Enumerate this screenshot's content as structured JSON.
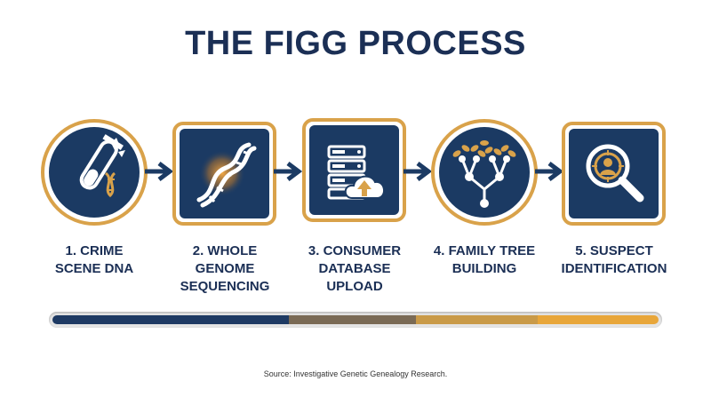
{
  "title": "THE FIGG PROCESS",
  "steps": [
    {
      "label": "1. CRIME\nSCENE DNA",
      "icon": "test-tube-dna-icon",
      "shape": "circle"
    },
    {
      "label": "2. WHOLE\nGENOME\nSEQUENCING",
      "icon": "dna-helix-icon",
      "shape": "square"
    },
    {
      "label": "3. CONSUMER\nDATABASE\nUPLOAD",
      "icon": "server-cloud-upload-icon",
      "shape": "square"
    },
    {
      "label": "4. FAMILY TREE\nBUILDING",
      "icon": "family-tree-icon",
      "shape": "circle"
    },
    {
      "label": "5. SUSPECT\nIDENTIFICATION",
      "icon": "magnifier-person-icon",
      "shape": "square"
    }
  ],
  "progress_segments": [
    {
      "color": "#1e3a63",
      "fraction": 0.39
    },
    {
      "color": "#7a6a55",
      "fraction": 0.21
    },
    {
      "color": "#c99a48",
      "fraction": 0.2
    },
    {
      "color": "#e8a63a",
      "fraction": 0.2
    }
  ],
  "colors": {
    "navy": "#1b3a63",
    "gold": "#d9a24a",
    "text": "#1b2f55"
  },
  "source": "Source: Investigative Genetic Genealogy Research."
}
